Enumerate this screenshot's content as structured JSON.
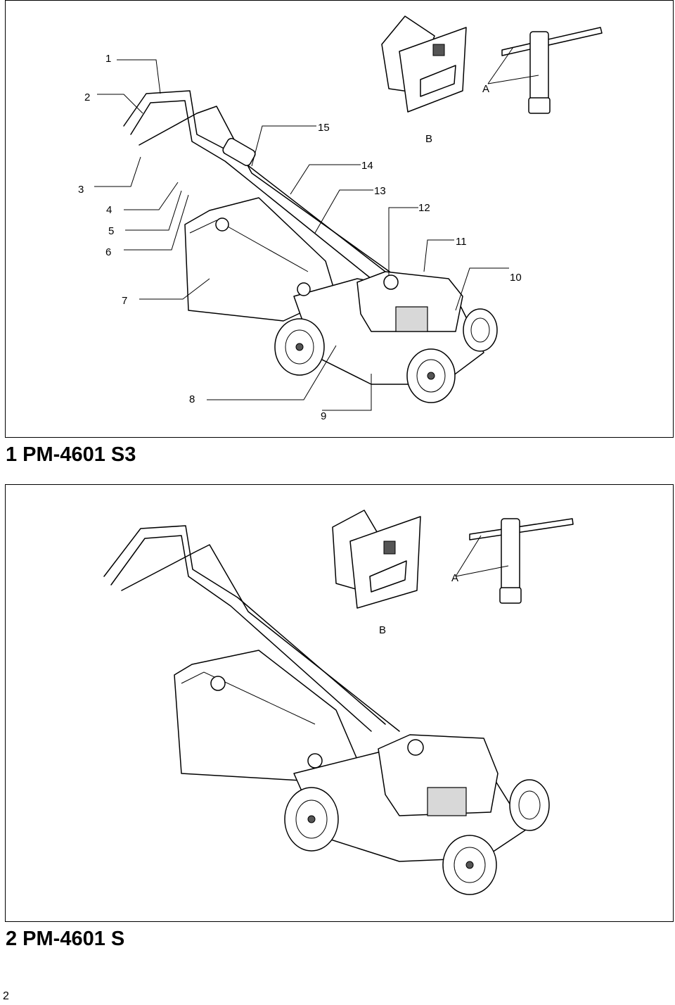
{
  "figure1": {
    "caption": "1 PM-4601 S3",
    "callouts": [
      "1",
      "2",
      "3",
      "4",
      "5",
      "6",
      "7",
      "8",
      "9",
      "10",
      "11",
      "12",
      "13",
      "14",
      "15"
    ],
    "part_labels": {
      "box": "B",
      "wrench": "A"
    }
  },
  "figure2": {
    "caption": "2 PM-4601 S",
    "part_labels": {
      "box": "B",
      "wrench": "A"
    }
  },
  "page_number": "2"
}
